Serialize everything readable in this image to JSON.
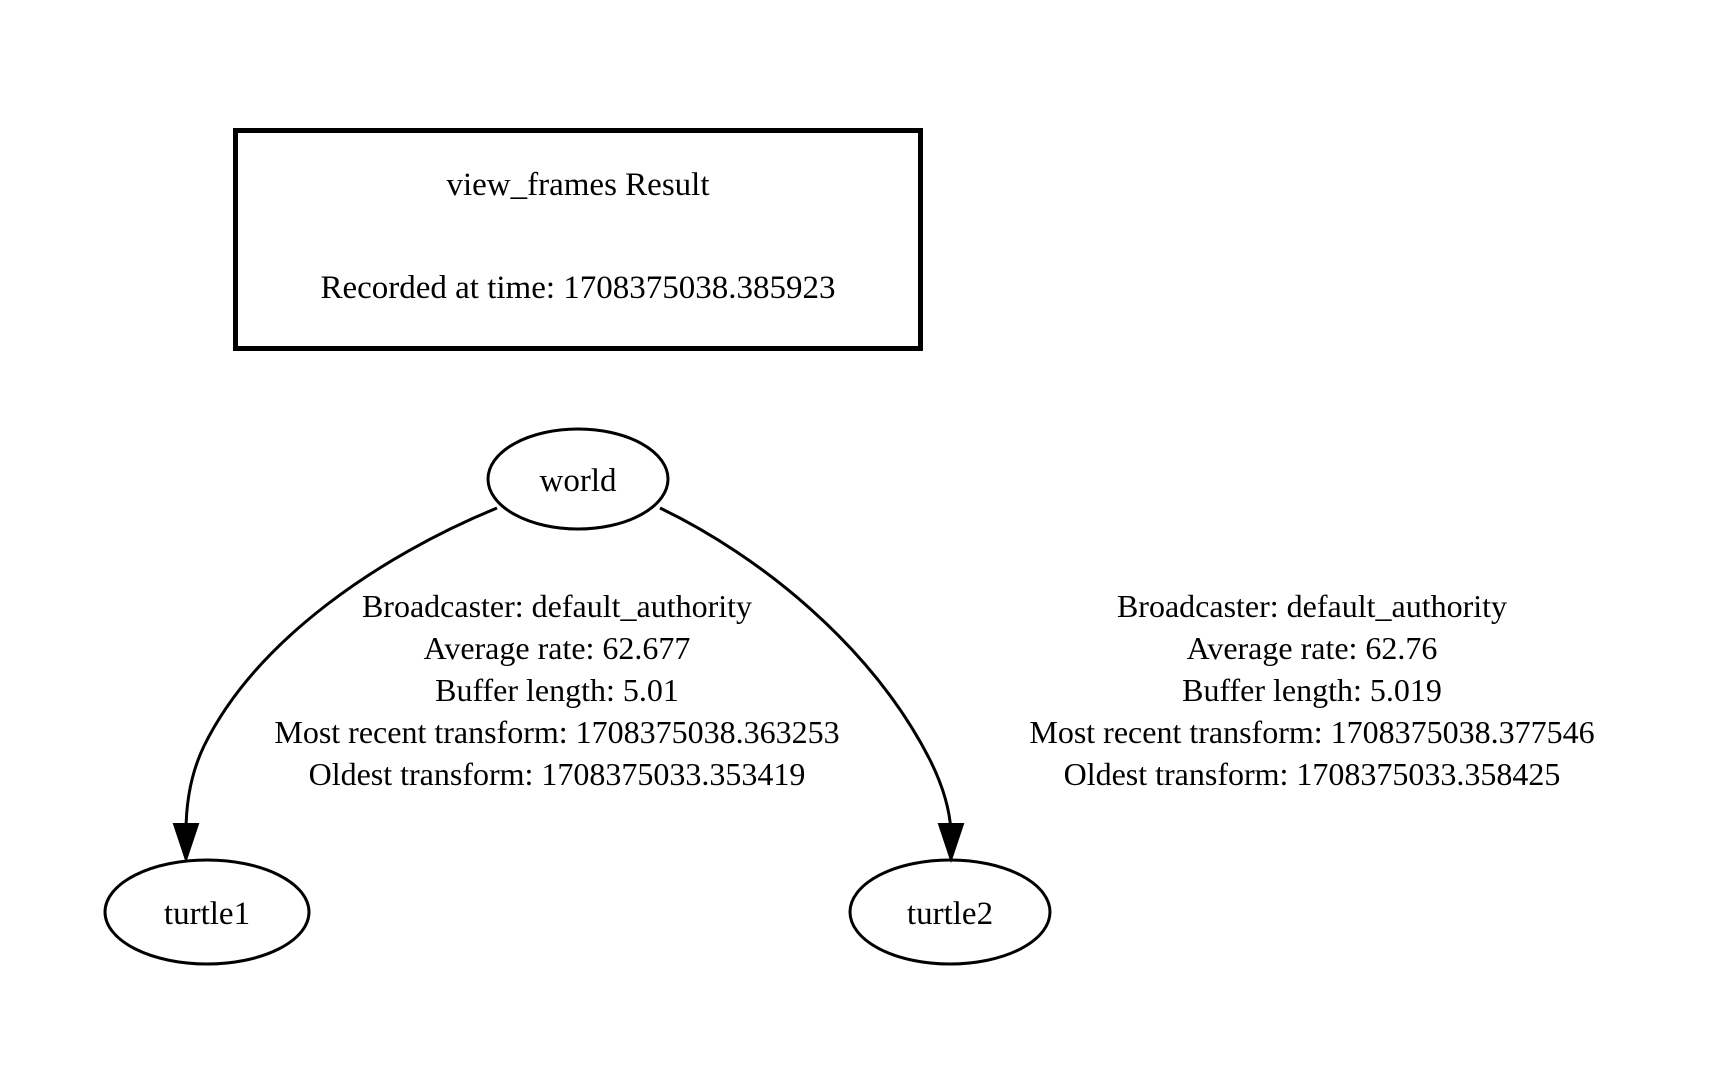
{
  "diagram": {
    "type": "tf-frame-tree",
    "background_color": "#ffffff",
    "stroke_color": "#000000",
    "header": {
      "title": "view_frames Result",
      "recorded_at": "Recorded at time: 1708375038.385923"
    },
    "nodes": [
      {
        "id": "world",
        "label": "world"
      },
      {
        "id": "turtle1",
        "label": "turtle1"
      },
      {
        "id": "turtle2",
        "label": "turtle2"
      }
    ],
    "edges": [
      {
        "from": "world",
        "to": "turtle1",
        "lines": [
          "Broadcaster: default_authority",
          "Average rate: 62.677",
          "Buffer length: 5.01",
          "Most recent transform: 1708375038.363253",
          "Oldest transform: 1708375033.353419"
        ]
      },
      {
        "from": "world",
        "to": "turtle2",
        "lines": [
          "Broadcaster: default_authority",
          "Average rate: 62.76",
          "Buffer length: 5.019",
          "Most recent transform: 1708375038.377546",
          "Oldest transform: 1708375033.358425"
        ]
      }
    ]
  }
}
